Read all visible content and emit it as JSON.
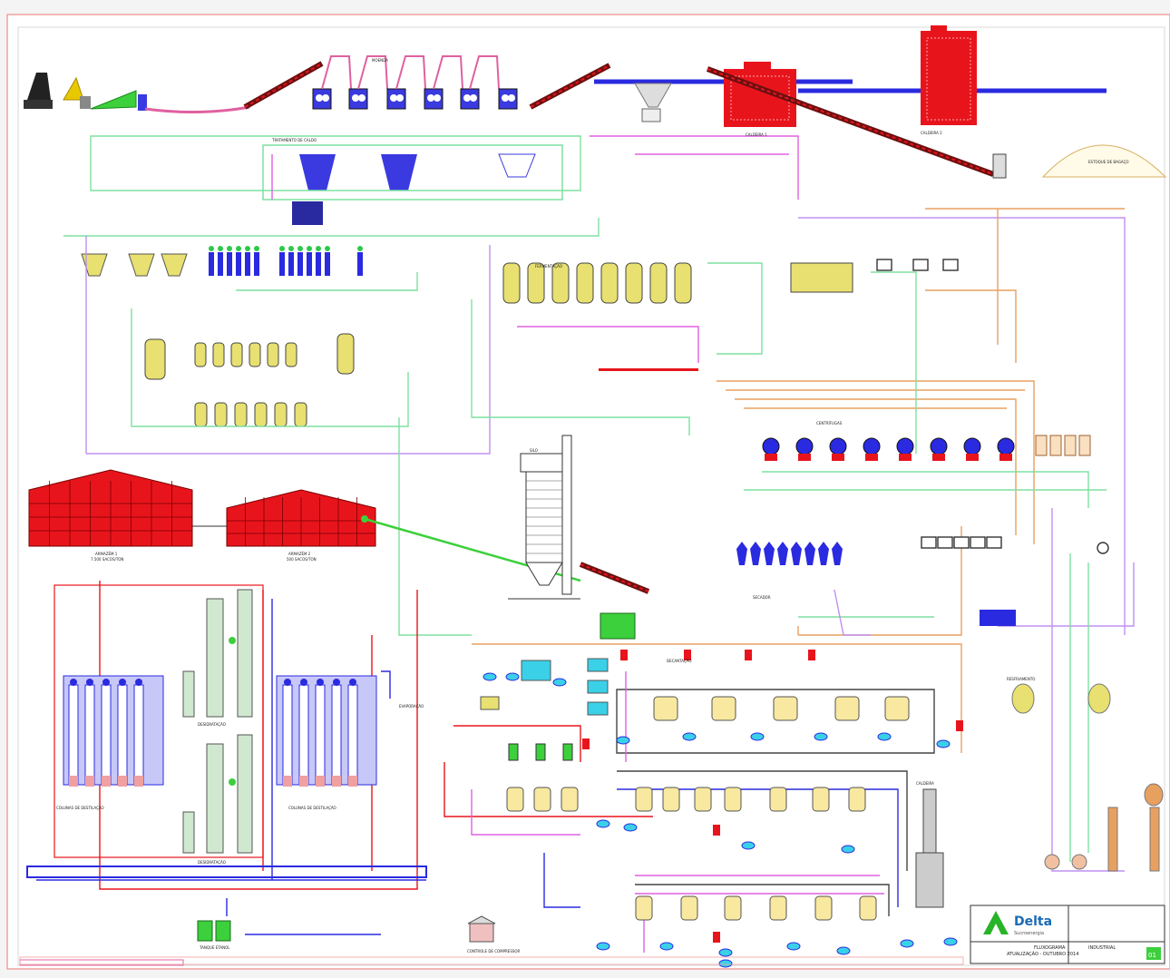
{
  "title_block": {
    "company": "Delta",
    "company_sub": "Sucroenergia",
    "plant_title": "FLUXOGRAMA",
    "plant_subtitle": "ATUALIZAÇÃO - OUTUBRO 2014",
    "sheet_label": "INDUSTRIAL",
    "sheet_code": "01"
  },
  "labels": {
    "warehouse_1": "ARMAZÉM 1",
    "warehouse_1_cap": "7.500 SACOS/TON",
    "warehouse_2": "ARMAZÉM 2",
    "warehouse_2_cap": "500 SACOS/TON",
    "bagasse_pile": "ESTOQUE DE BAGAÇO",
    "silo": "SILO",
    "column_left": "COLUNAS DE DESTILAÇÃO",
    "column_right": "COLUNAS DE DESTILAÇÃO",
    "dehydration_1": "DESIDRATAÇÃO",
    "dehydration_2": "DESIDRATAÇÃO",
    "control": "CONTROLE DE COMPRESSOR",
    "ethanol_tank": "TANQUE ETANOL",
    "boiler": "CALDEIRA",
    "boiler_1": "CALDEIRA 1",
    "boiler_2": "CALDEIRA 2",
    "fermentation": "FERMENTAÇÃO",
    "decantation": "DECANTAÇÃO",
    "centrifuges": "CENTRÍFUGAS",
    "evaporation": "EVAPORAÇÃO",
    "juice_treatment": "TRATAMENTO DE CALDO",
    "mill": "MOENDA",
    "dryer": "SECADOR",
    "cooling": "RESFRIAMENTO"
  },
  "colors": {
    "red": "#e8141c",
    "blue": "#2a2ae0",
    "green": "#2ec84a",
    "yellow": "#e8e070",
    "pink": "#e060e0",
    "orange": "#e8a060",
    "mint": "#7ee0a0",
    "lavender": "#c090f0"
  }
}
